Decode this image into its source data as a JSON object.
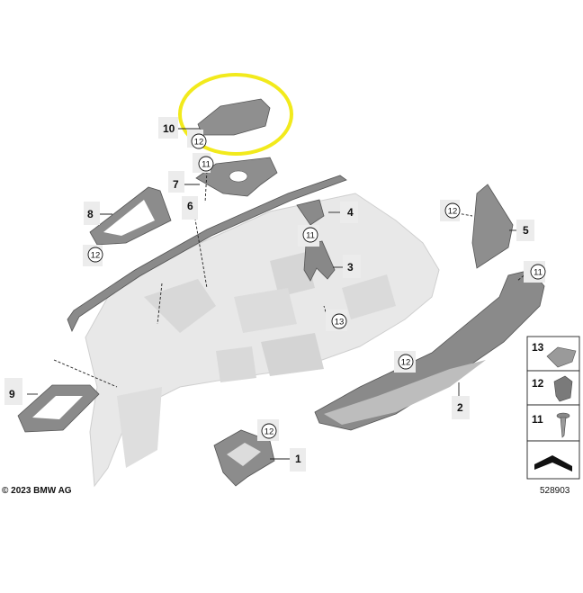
{
  "callouts": {
    "c1": "1",
    "c2": "2",
    "c3": "3",
    "c4": "4",
    "c5": "5",
    "c6": "6",
    "c7": "7",
    "c8": "8",
    "c9": "9",
    "c10": "10"
  },
  "circle_callouts": {
    "c12a": "12",
    "c11a": "11",
    "c12b": "12",
    "c12c": "12",
    "c11b": "11",
    "c11c": "11",
    "c13a": "13",
    "c12d": "12",
    "c12e": "12"
  },
  "legend": {
    "row1": "13",
    "row2": "12",
    "row3": "11"
  },
  "footer": {
    "copyright": "© 2023 BMW AG",
    "diagram_number": "528903"
  },
  "colors": {
    "highlight": "#f2ea1c",
    "dashboard": "#e6e6e6",
    "part": "#8a8a8a",
    "label_bg": "#ececec"
  }
}
